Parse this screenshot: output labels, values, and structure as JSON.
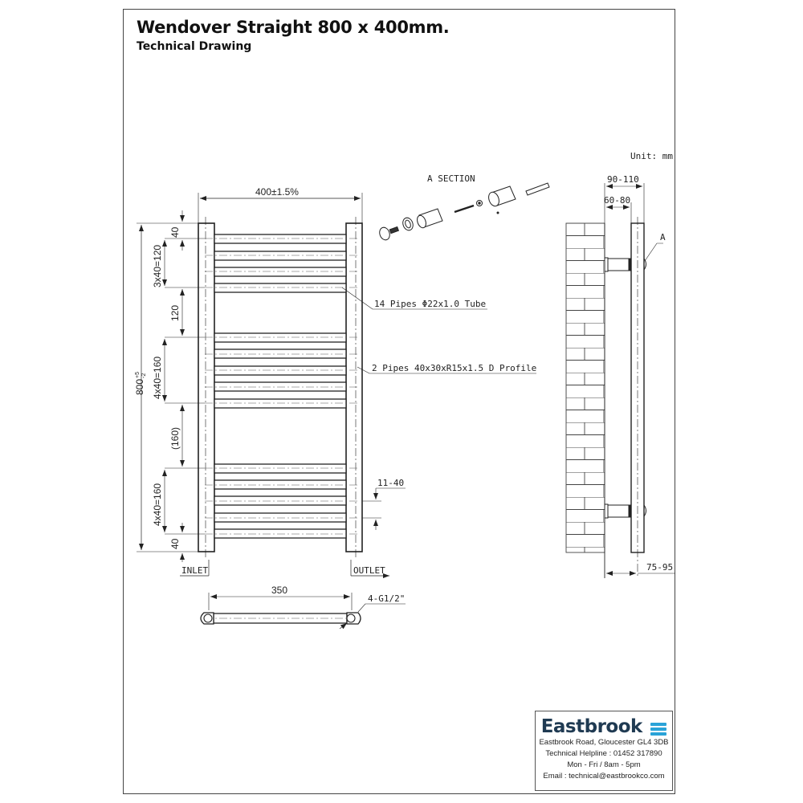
{
  "header": {
    "title": "Wendover Straight 800 x 400mm.",
    "subtitle": "Technical Drawing"
  },
  "unit_label": "Unit: mm",
  "front_view": {
    "width_dim": "400±1.5%",
    "height_dim": "800",
    "height_tol_plus": "+5",
    "height_tol_minus": "-2",
    "left_dims": [
      "40",
      "3x40=120",
      "120",
      "4x40=160",
      "(160)",
      "4x40=160",
      "40"
    ],
    "pipe_spacing_dim": "11-40",
    "inlet_label": "INLET",
    "outlet_label": "OUTLET",
    "callouts": {
      "tubes": "14 Pipes Φ22x1.0 Tube",
      "profile": "2 Pipes 40x30xR15x1.5 D Profile"
    },
    "pipe_count": 14,
    "pipe_groups": [
      4,
      5,
      5
    ]
  },
  "section": {
    "label": "A  SECTION",
    "marker": "A"
  },
  "side_view": {
    "dim_outer": "90-110",
    "dim_inner": "60-80",
    "dim_bottom": "75-95",
    "section_marker": "A"
  },
  "bottom_view": {
    "centres_dim": "350",
    "connection": "4-G1/2\""
  },
  "brand": {
    "name": "Eastbrook",
    "address": "Eastbrook Road, Gloucester GL4 3DB",
    "helpline": "Technical Helpline : 01452 317890",
    "hours": "Mon - Fri / 8am - 5pm",
    "email": "Email : technical@eastbrookco.com",
    "brand_color": "#1f3a52",
    "logo_color": "#2aa3d8"
  }
}
